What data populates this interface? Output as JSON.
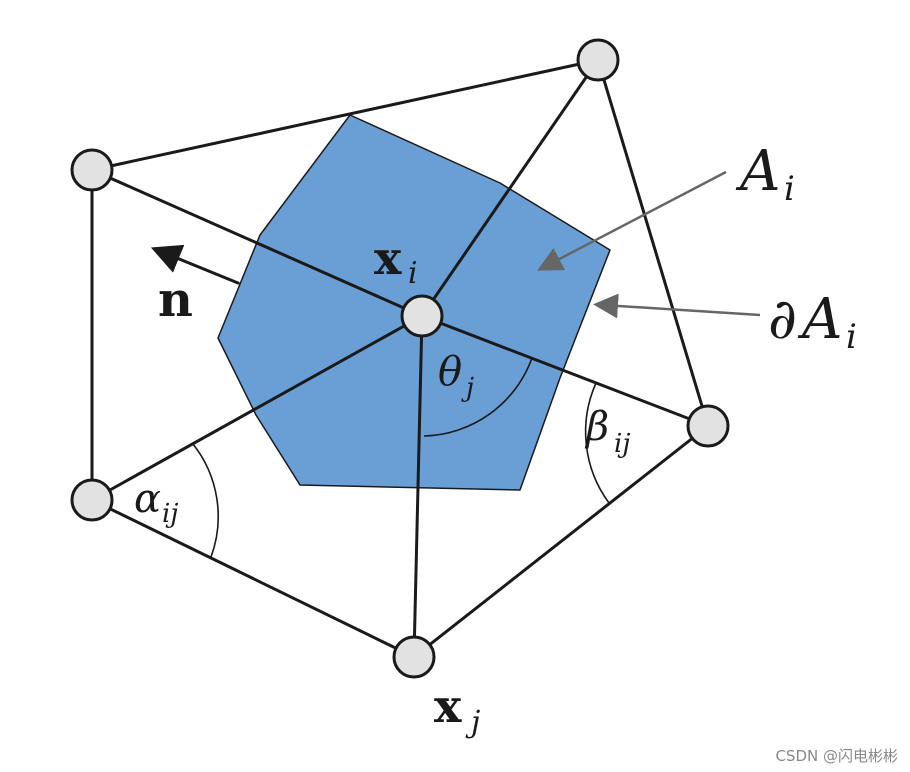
{
  "colors": {
    "cell_fill": "#6a9fd6",
    "line": "#1a1a1a",
    "vertex_fill": "#e2e2e2",
    "pointer": "#666666"
  },
  "labels": {
    "normal": "n",
    "center_vertex_main": "x",
    "center_vertex_sub": "i",
    "neighbor_vertex_main": "x",
    "neighbor_vertex_sub": "j",
    "area_main": "A",
    "area_sub": "i",
    "boundary_prefix": "∂",
    "boundary_main": "A",
    "boundary_sub": "i",
    "theta_main": "θ",
    "theta_sub": "j",
    "alpha_main": "α",
    "alpha_sub": "ij",
    "beta_main": "β",
    "beta_sub": "ij"
  },
  "watermark": "CSDN @闪电彬彬"
}
